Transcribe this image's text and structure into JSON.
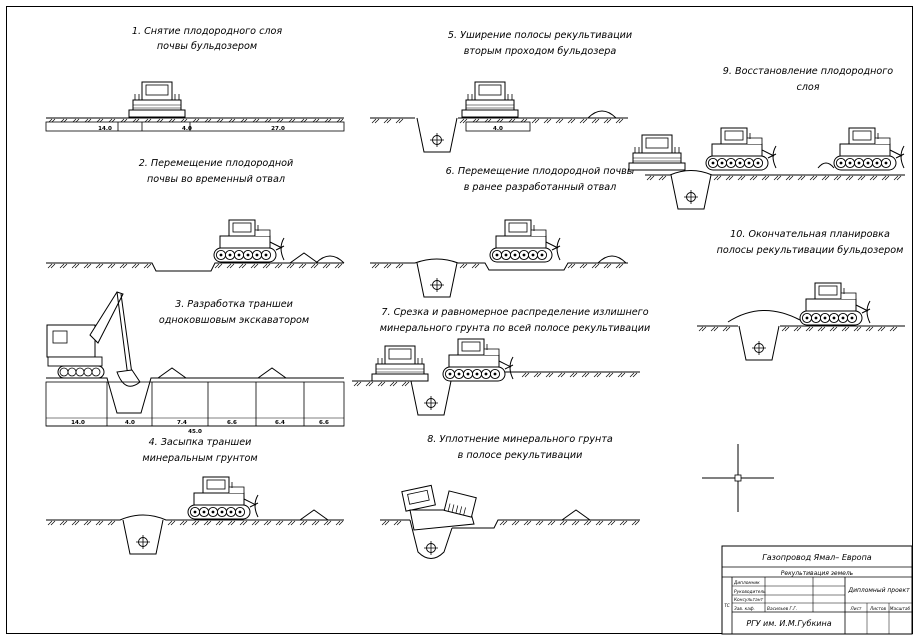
{
  "stages": [
    {
      "id": 1,
      "caption": [
        "1. Снятие плодородного слоя",
        "почвы бульдозером"
      ],
      "dims": [
        "14.0",
        "4.0",
        "27.0"
      ]
    },
    {
      "id": 2,
      "caption": [
        "2. Перемещение плодородной",
        "почвы во временный отвал"
      ]
    },
    {
      "id": 3,
      "caption": [
        "3. Разработка траншеи",
        "одноковшовым экскаватором"
      ],
      "dims": [
        "14.0",
        "4.0",
        "7.4",
        "6.6",
        "6.4",
        "6.6"
      ],
      "total": "45.0"
    },
    {
      "id": 4,
      "caption": [
        "4. Засыпка траншеи",
        "минеральным грунтом"
      ]
    },
    {
      "id": 5,
      "caption": [
        "5. Уширение полосы рекультивации",
        "вторым проходом бульдозера"
      ],
      "dims": [
        "4.0"
      ]
    },
    {
      "id": 6,
      "caption": [
        "6. Перемещение плодородной почвы",
        "в ранее разработанный отвал"
      ]
    },
    {
      "id": 7,
      "caption": [
        "7. Срезка и равномерное распределение излишнего",
        "минерального грунта по всей полосе рекультивации"
      ]
    },
    {
      "id": 8,
      "caption": [
        "8. Уплотнение минерального грунта",
        "в полосе рекультивации"
      ]
    },
    {
      "id": 9,
      "caption": [
        "9. Восстановление плодородного",
        "слоя"
      ]
    },
    {
      "id": 10,
      "caption": [
        "10. Окончательная планировка",
        "полосы рекультивации бульдозером"
      ]
    }
  ],
  "title_block": {
    "project": "Газопровод Ямал– Европа",
    "sheet": "Рекультивация земель",
    "roles": [
      "Дипломник",
      "Руководитель",
      "Консультант",
      "Зав. каф."
    ],
    "author": "Васильев Г.Г.",
    "stage_label": "Дипломный проект",
    "cols": [
      "Лист",
      "Листов",
      "Масштаб"
    ],
    "org": "РГУ им. И.М.Губкина",
    "side": "ТС"
  }
}
